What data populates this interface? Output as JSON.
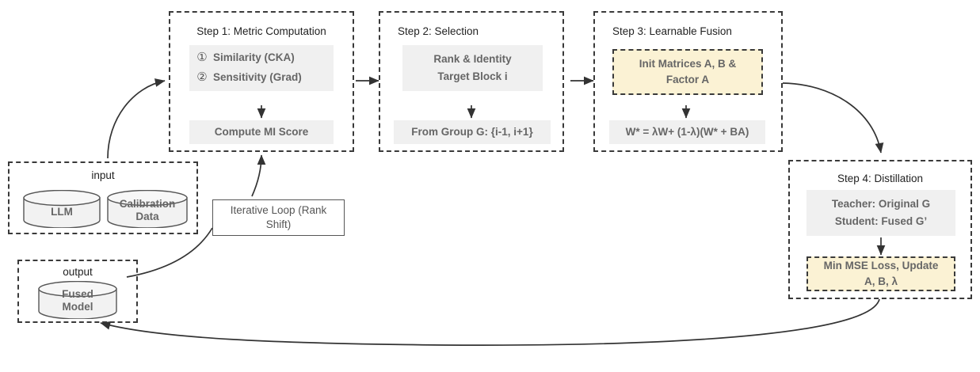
{
  "diagram": {
    "title": "LLM block fusion pipeline",
    "colors": {
      "panel_gray": "#f0f0f0",
      "panel_yellow": "#fbf2d4",
      "border_dashed": "#3a3a3a",
      "text_gray": "#666666",
      "text_dark": "#222222"
    }
  },
  "input_box": {
    "title": "input",
    "cylinders": [
      {
        "label_line1": "LLM",
        "label_line2": ""
      },
      {
        "label_line1": "Calibration",
        "label_line2": "Data"
      }
    ]
  },
  "output_box": {
    "title": "output",
    "cylinders": [
      {
        "label_line1": "Fused",
        "label_line2": "Model"
      }
    ]
  },
  "iterative_loop": {
    "label_line1": "Iterative Loop (Rank",
    "label_line2": "Shift)"
  },
  "steps": [
    {
      "id": "step1",
      "title": "Step 1: Metric Computation",
      "metrics": [
        {
          "num": "①",
          "label": "Similarity (CKA)"
        },
        {
          "num": "②",
          "label": "Sensitivity (Grad)"
        }
      ],
      "result": "Compute MI Score"
    },
    {
      "id": "step2",
      "title": "Step 2: Selection",
      "lines": [
        "Rank & Identity",
        "Target Block i"
      ],
      "result": "From Group G: {i-1, i+1}"
    },
    {
      "id": "step3",
      "title": "Step 3: Learnable Fusion",
      "init_line1": "Init Matrices A, B &",
      "init_line2": "Factor A",
      "formula": "W* = λW+ (1-λ)(W* + BA)"
    },
    {
      "id": "step4",
      "title": "Step 4: Distillation",
      "lines": [
        "Teacher: Original G",
        "Student: Fused G’"
      ],
      "update_line1": "Min MSE Loss, Update",
      "update_line2": "A, B, λ"
    }
  ]
}
